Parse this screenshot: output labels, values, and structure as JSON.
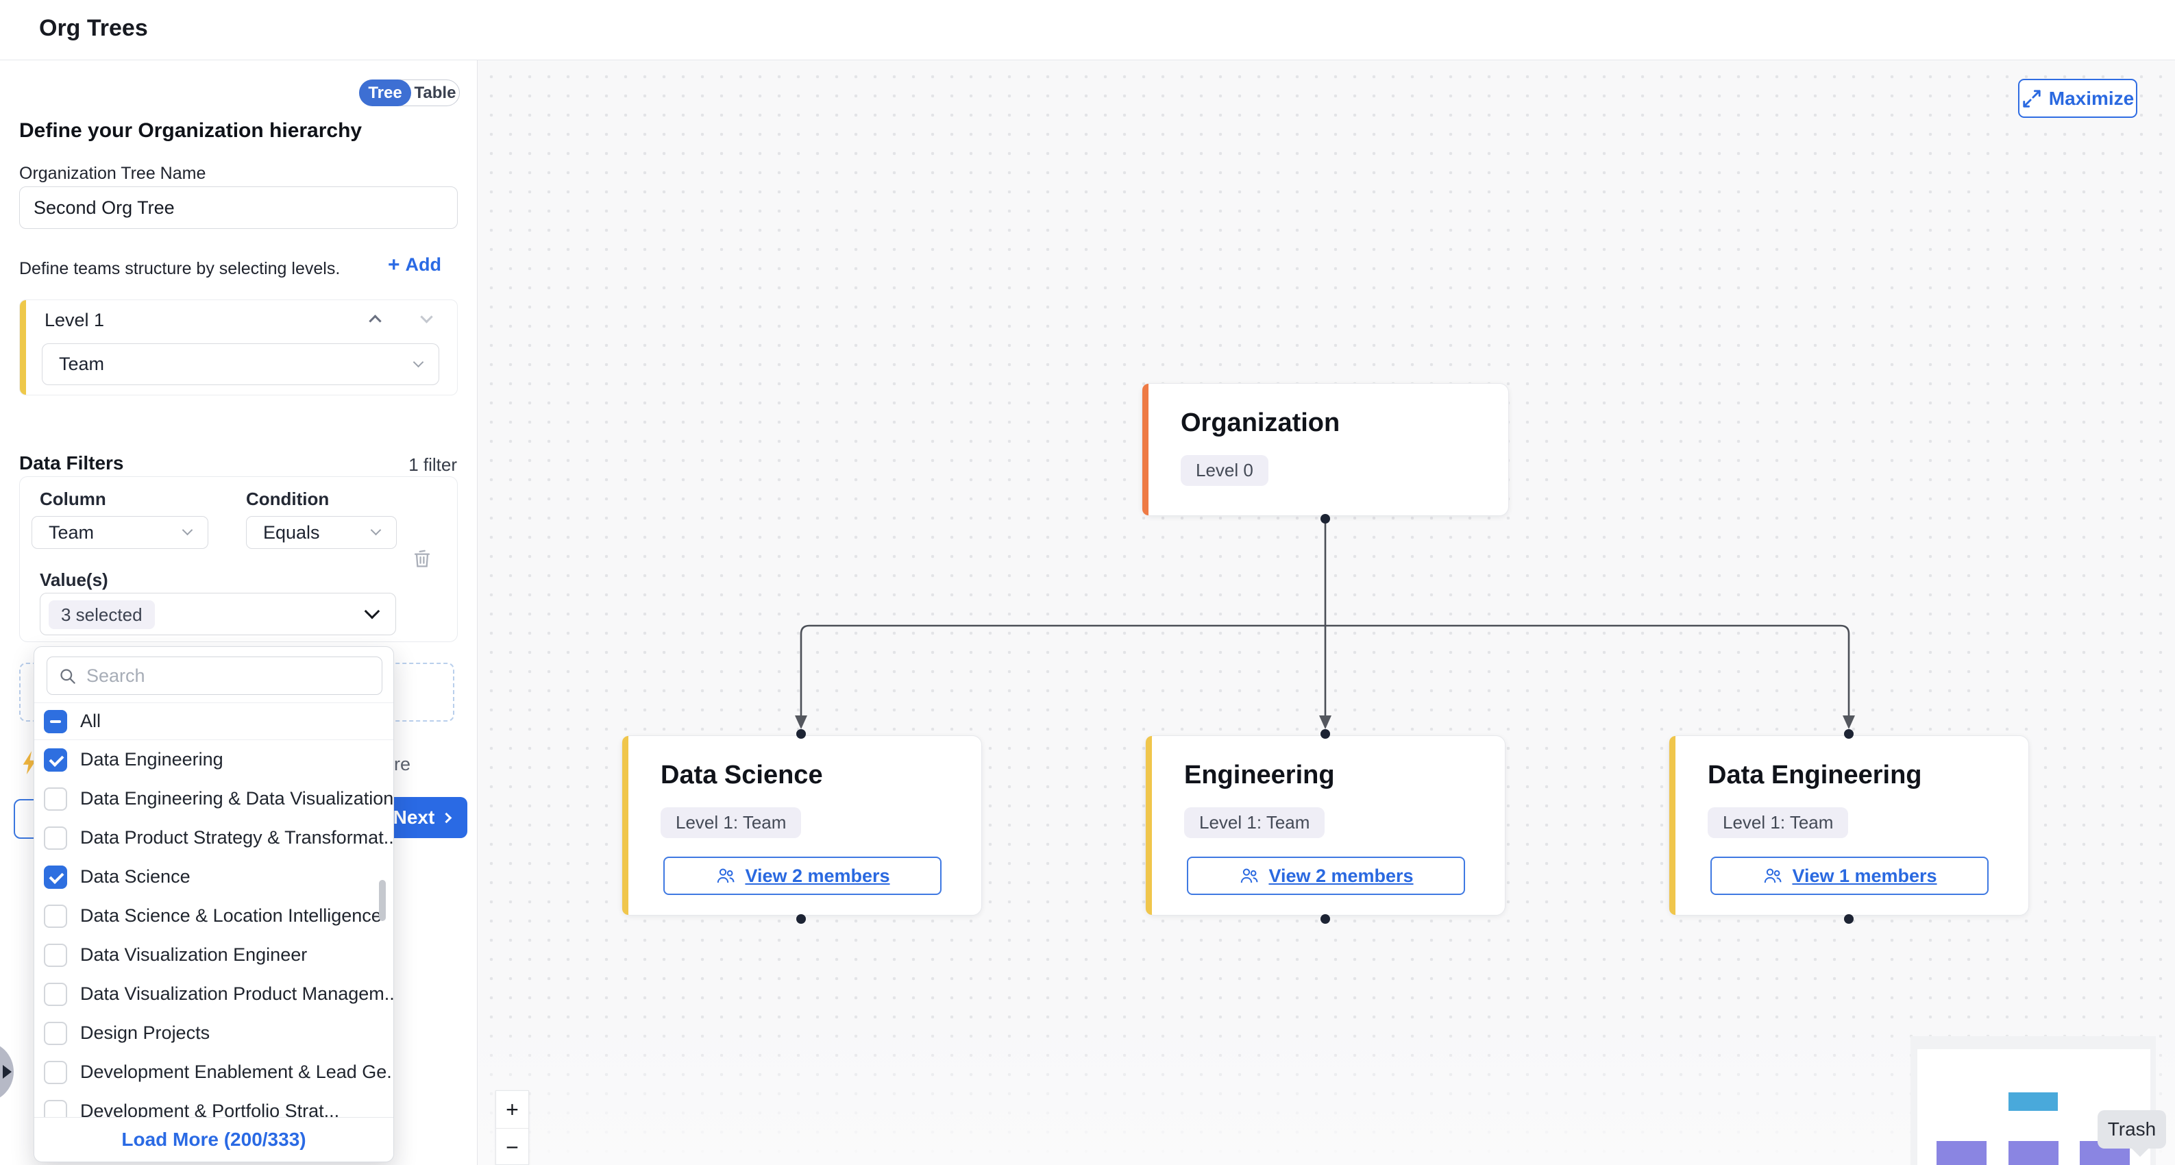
{
  "header": {
    "title": "Org Trees"
  },
  "panel": {
    "view_toggle": {
      "tree": "Tree",
      "table": "Table",
      "active": "Tree"
    },
    "heading": "Define your Organization hierarchy",
    "tree_name": {
      "label": "Organization Tree Name",
      "value": "Second Org Tree"
    },
    "levels": {
      "hint": "Define teams structure by selecting levels.",
      "add_label": "Add",
      "items": [
        {
          "label": "Level 1",
          "value": "Team"
        }
      ]
    },
    "filters": {
      "title": "Data Filters",
      "count_label": "1 filter",
      "column": {
        "label": "Column",
        "value": "Team"
      },
      "condition": {
        "label": "Condition",
        "value": "Equals"
      },
      "values": {
        "label": "Value(s)",
        "selected_label": "3 selected"
      }
    },
    "footer": {
      "next_label": "Next"
    },
    "fragments": {
      "covered_text_tail": "re"
    }
  },
  "dropdown": {
    "search_placeholder": "Search",
    "select_all": {
      "label": "All",
      "state": "indeterminate"
    },
    "options": [
      {
        "label": "Data Engineering",
        "checked": true
      },
      {
        "label": "Data Engineering & Data Visualization",
        "checked": false
      },
      {
        "label": "Data Product Strategy & Transformat...",
        "checked": false
      },
      {
        "label": "Data Science",
        "checked": true
      },
      {
        "label": "Data Science & Location Intelligence",
        "checked": false
      },
      {
        "label": "Data Visualization Engineer",
        "checked": false
      },
      {
        "label": "Data Visualization Product Managem...",
        "checked": false
      },
      {
        "label": "Design Projects",
        "checked": false
      },
      {
        "label": "Development Enablement & Lead Ge...",
        "checked": false
      },
      {
        "label": "Development & Portfolio Strat...",
        "checked": false,
        "partial": true
      }
    ],
    "load_more_label": "Load More (200/333)"
  },
  "canvas": {
    "maximize_label": "Maximize",
    "nodes": [
      {
        "title": "Organization",
        "badge": "Level 0",
        "accent": "#ee7a45"
      },
      {
        "title": "Data Science",
        "badge": "Level 1: Team",
        "members_label": "View 2 members",
        "accent": "#f0c64c"
      },
      {
        "title": "Engineering",
        "badge": "Level 1: Team",
        "members_label": "View 2 members",
        "accent": "#f0c64c"
      },
      {
        "title": "Data Engineering",
        "badge": "Level 1: Team",
        "members_label": "View 1 members",
        "accent": "#f0c64c"
      }
    ],
    "zoom_controls": {
      "zoom_in": "+",
      "zoom_out": "−"
    },
    "trash_tooltip": "Trash"
  },
  "colors": {
    "primary_blue": "#2a6ae4",
    "toggle_blue": "#3d6fd3",
    "level_yellow": "#f0c64c",
    "org_orange": "#ee7a45",
    "badge_bg": "#efeef6",
    "edge_gray": "#4b4f57",
    "dot_navy": "#1d2434",
    "minimap_root_blue": "#49a9db",
    "minimap_child_purple": "#8a85e2"
  }
}
